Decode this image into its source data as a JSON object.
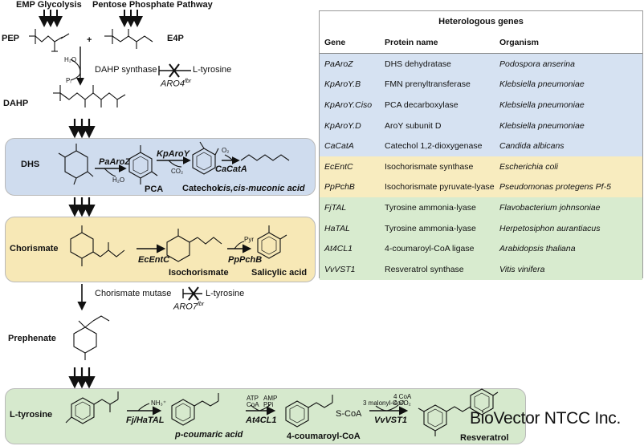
{
  "pathway": {
    "sources": [
      "EMP Glycolysis",
      "Pentose Phosphate Pathway"
    ],
    "pep": "PEP",
    "plus": "+",
    "e4p": "E4P",
    "h2o": "H₂O",
    "pi": "Pᵢ",
    "dahp_synthase": "DAHP synthase",
    "l_tyrosine": "L-tyrosine",
    "aro4": "ARO4",
    "fbr": "fbr",
    "dahp": "DAHP",
    "aro7": "ARO7",
    "chorismate_mutase": "Chorismate mutase",
    "prephenate": "Prephenate"
  },
  "dhs_panel": {
    "stage": "DHS",
    "enzyme1": "PaAroZ",
    "h2o": "H₂O",
    "pca": "PCA",
    "enzyme2": "KpAroY",
    "co2": "CO₂",
    "catechol": "Catechol",
    "o2": "O₂",
    "enzyme3": "CaCatA",
    "product": "cis,cis-muconic acid"
  },
  "chorismate_panel": {
    "stage": "Chorismate",
    "enzyme1": "EcEntC",
    "isochorismate": "Isochorismate",
    "pyr": "Pyr",
    "enzyme2": "PpPchB",
    "product": "Salicylic acid"
  },
  "tyrosine_panel": {
    "stage": "L-tyrosine",
    "nh3": "NH₃⁺",
    "enzyme1": "Fj/HaTAL",
    "p_coumaric": "p-coumaric acid",
    "atp": "ATP",
    "coa": "CoA",
    "amp": "AMP",
    "ppi": "PPi",
    "enzyme2": "At4CL1",
    "coumaroyl_coa": "4-coumaroyl-CoA",
    "scoa": "S-CoA",
    "malonyl": "3 malonyl-CoA",
    "coa4": "4 CoA",
    "co2_4": "4 CO₂",
    "enzyme3": "VvVST1",
    "resveratrol": "Resveratrol"
  },
  "table": {
    "title": "Heterologous genes",
    "headers": [
      "Gene",
      "Protein name",
      "Organism"
    ],
    "rows": [
      {
        "gene": "PaAroZ",
        "protein": "DHS dehydratase",
        "organism": "Podospora anserina",
        "group": "blue"
      },
      {
        "gene": "KpAroY.B",
        "protein": "FMN prenyltransferase",
        "organism": "Klebsiella pneumoniae",
        "group": "blue"
      },
      {
        "gene": "KpAroY.Ciso",
        "protein": "PCA decarboxylase",
        "organism": "Klebsiella pneumoniae",
        "group": "blue"
      },
      {
        "gene": "KpAroY.D",
        "protein": "AroY subunit D",
        "organism": "Klebsiella pneumoniae",
        "group": "blue"
      },
      {
        "gene": "CaCatA",
        "protein": "Catechol 1,2-dioxygenase",
        "organism": "Candida albicans",
        "group": "blue"
      },
      {
        "gene": "EcEntC",
        "protein": "Isochorismate synthase",
        "organism": "Escherichia coli",
        "group": "yellow"
      },
      {
        "gene": "PpPchB",
        "protein": "Isochorismate pyruvate-lyase",
        "organism": "Pseudomonas protegens Pf-5",
        "group": "yellow"
      },
      {
        "gene": "FjTAL",
        "protein": "Tyrosine ammonia-lyase",
        "organism": "Flavobacterium johnsoniae",
        "group": "green"
      },
      {
        "gene": "HaTAL",
        "protein": "Tyrosine ammonia-lyase",
        "organism": "Herpetosiphon aurantiacus",
        "group": "green"
      },
      {
        "gene": "At4CL1",
        "protein": "4-coumaroyl-CoA ligase",
        "organism": "Arabidopsis thaliana",
        "group": "green"
      },
      {
        "gene": "VvVST1",
        "protein": "Resveratrol synthase",
        "organism": "Vitis vinifera",
        "group": "green"
      }
    ]
  },
  "watermark": "BioVector NTCC Inc.",
  "colors": {
    "blue_panel": "#cfdcee",
    "yellow_panel": "#f7e8b6",
    "green_panel": "#d6e9cd"
  }
}
